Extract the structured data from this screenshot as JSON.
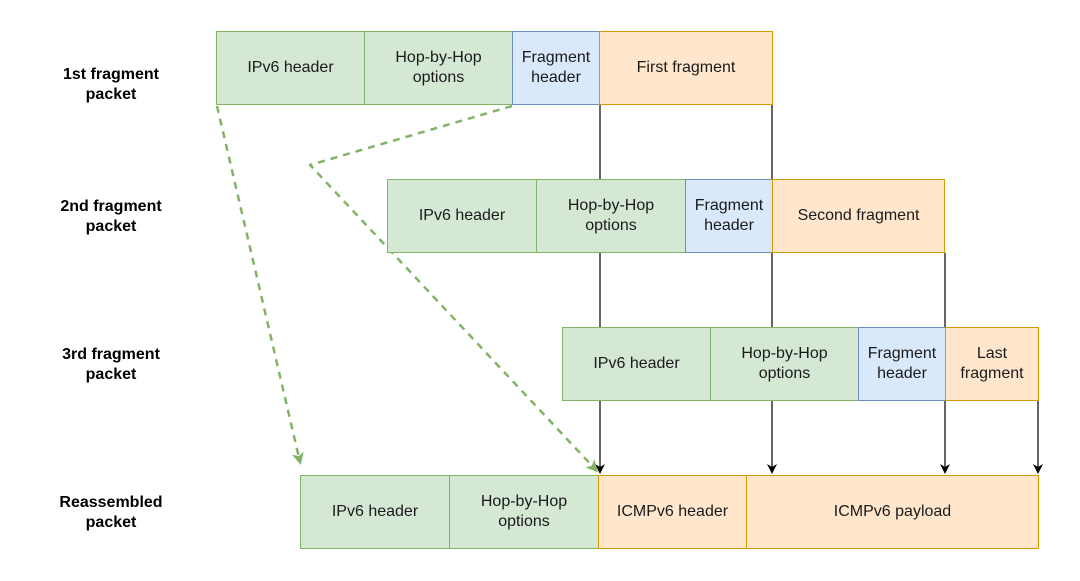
{
  "rows": {
    "first": {
      "label_line1": "1st fragment",
      "label_line2": "packet",
      "ipv6": "IPv6 header",
      "hbh_line1": "Hop-by-Hop",
      "hbh_line2": "options",
      "frag_line1": "Fragment",
      "frag_line2": "header",
      "payload": "First fragment"
    },
    "second": {
      "label_line1": "2nd fragment",
      "label_line2": "packet",
      "ipv6": "IPv6 header",
      "hbh_line1": "Hop-by-Hop",
      "hbh_line2": "options",
      "frag_line1": "Fragment",
      "frag_line2": "header",
      "payload": "Second fragment"
    },
    "third": {
      "label_line1": "3rd fragment",
      "label_line2": "packet",
      "ipv6": "IPv6 header",
      "hbh_line1": "Hop-by-Hop",
      "hbh_line2": "options",
      "frag_line1": "Fragment",
      "frag_line2": "header",
      "payload_line1": "Last",
      "payload_line2": "fragment"
    },
    "reassembled": {
      "label_line1": "Reassembled",
      "label_line2": "packet",
      "ipv6": "IPv6 header",
      "hbh_line1": "Hop-by-Hop",
      "hbh_line2": "options",
      "icmp_header": "ICMPv6 header",
      "icmp_payload": "ICMPv6 payload"
    }
  },
  "colors": {
    "green_fill": "#d5e8d4",
    "green_stroke": "#82b366",
    "blue_fill": "#dae8fc",
    "blue_stroke": "#6c8ebf",
    "orange_fill": "#ffe6cc",
    "orange_stroke": "#d79b00",
    "dashed_arrow": "#82b366",
    "solid_arrow": "#000000"
  }
}
